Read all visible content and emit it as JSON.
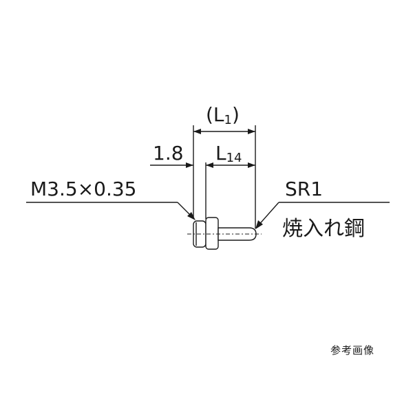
{
  "drawing": {
    "overall_length_label": "(L",
    "overall_length_sub": "1",
    "overall_length_close": ")",
    "flange_width_label": "1.8",
    "shank_length_label": "L",
    "shank_length_sub": "14",
    "thread_label": "M3.5×0.35",
    "tip_label": "SR1",
    "material_label": "焼入れ鋼"
  },
  "caption": {
    "reference_image_label": "参考画像"
  },
  "colors": {
    "line": "#1a1a1a",
    "background": "#ffffff"
  }
}
